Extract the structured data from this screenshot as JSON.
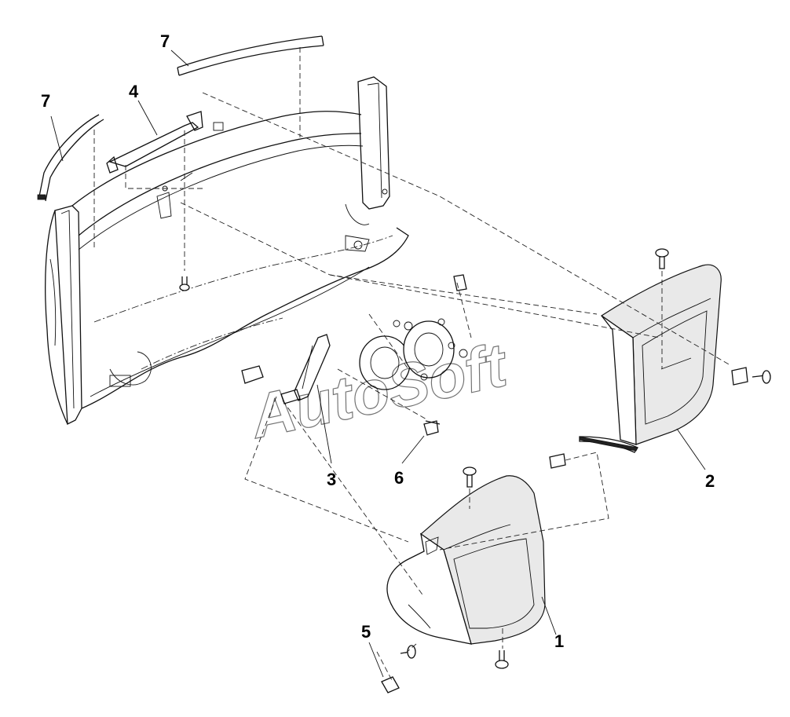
{
  "callouts": {
    "part_1": "1",
    "part_2": "2",
    "part_3": "3",
    "part_4": "4",
    "part_5": "5",
    "part_6": "6",
    "part_7_left": "7",
    "part_7_top": "7"
  },
  "watermark": "AutoSoft"
}
